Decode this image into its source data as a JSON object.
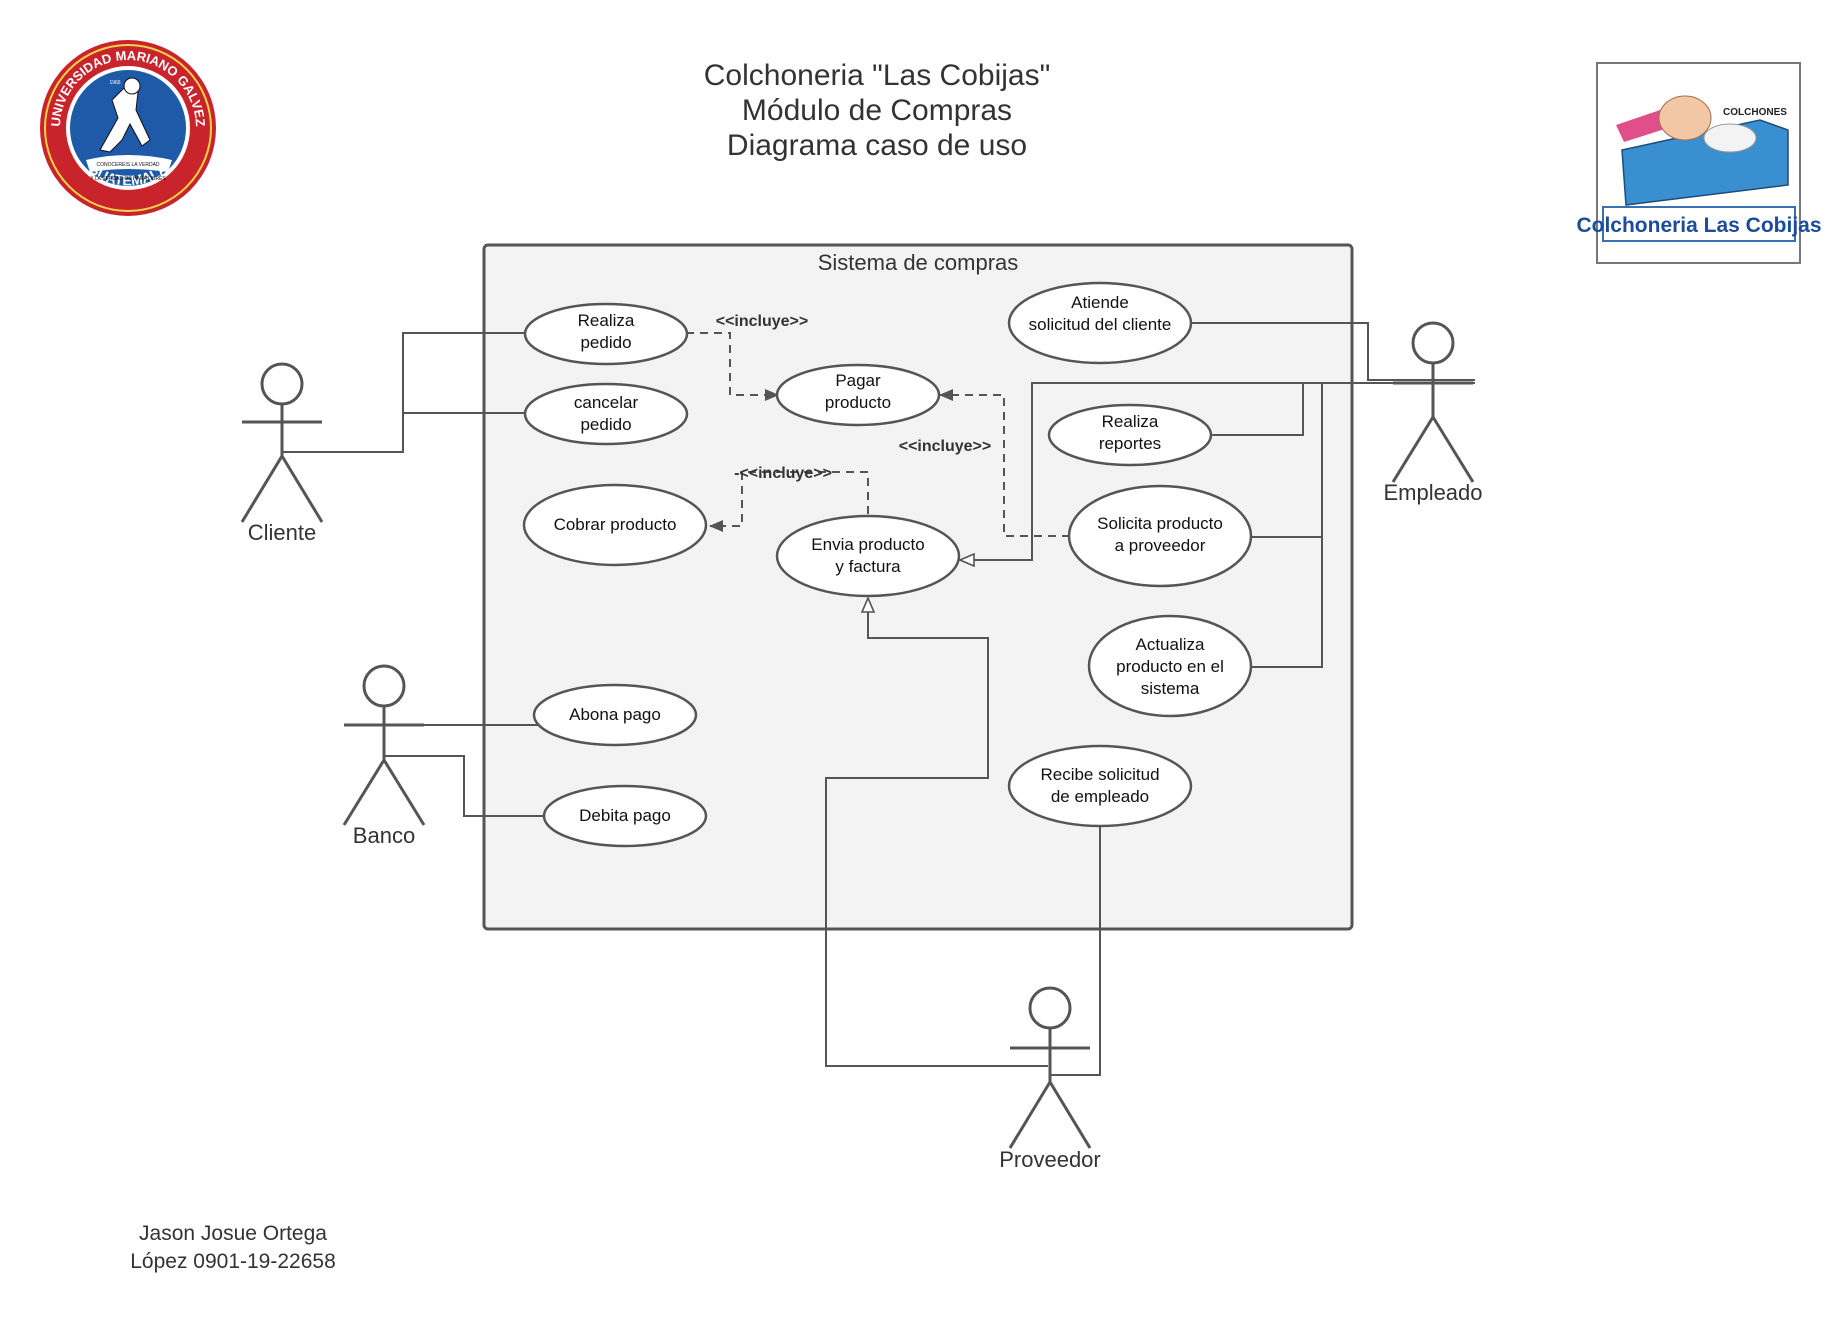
{
  "header": {
    "title_lines": [
      "Colchoneria \"Las Cobijas\"",
      "Módulo de Compras",
      "Diagrama caso de uso"
    ]
  },
  "system": {
    "label": "Sistema de compras"
  },
  "actors": {
    "cliente": "Cliente",
    "banco": "Banco",
    "empleado": "Empleado",
    "proveedor": "Proveedor"
  },
  "use_cases": {
    "realiza_pedido": [
      "Realiza",
      "pedido"
    ],
    "cancelar_pedido": [
      "cancelar",
      "pedido"
    ],
    "pagar_producto": [
      "Pagar",
      "producto"
    ],
    "cobrar_producto": [
      "Cobrar producto"
    ],
    "envia_producto": [
      "Envia producto",
      "y factura"
    ],
    "atiende_solicitud": [
      "Atiende",
      "solicitud del cliente"
    ],
    "realiza_reportes": [
      "Realiza",
      "reportes"
    ],
    "solicita_producto": [
      "Solicita producto",
      "a proveedor"
    ],
    "actualiza_producto": [
      "Actualiza",
      "producto en el",
      "sistema"
    ],
    "recibe_solicitud": [
      "Recibe solicitud",
      "de empleado"
    ],
    "abona_pago": [
      "Abona pago"
    ],
    "debita_pago": [
      "Debita pago"
    ]
  },
  "relations": {
    "incluye_1": "<<incluye>>",
    "incluye_2": "<<incluye>>",
    "incluye_3": "-<<incluye>>"
  },
  "logos": {
    "university": {
      "ring_text_top": "UNIVERSIDAD MARIANO GALVEZ",
      "ring_text_bottom": "GUATEMALA",
      "motto_1": "CONOCEREIS LA VERDAD",
      "motto_2": "Y LA VERDAD OS HARA LIBRES",
      "year": "1966"
    },
    "store": {
      "caption": "Colchoneria Las Cobijas",
      "brand": "COLCHONES"
    }
  },
  "author": {
    "line1": "Jason Josue Ortega",
    "line2": "López 0901-19-22658"
  }
}
